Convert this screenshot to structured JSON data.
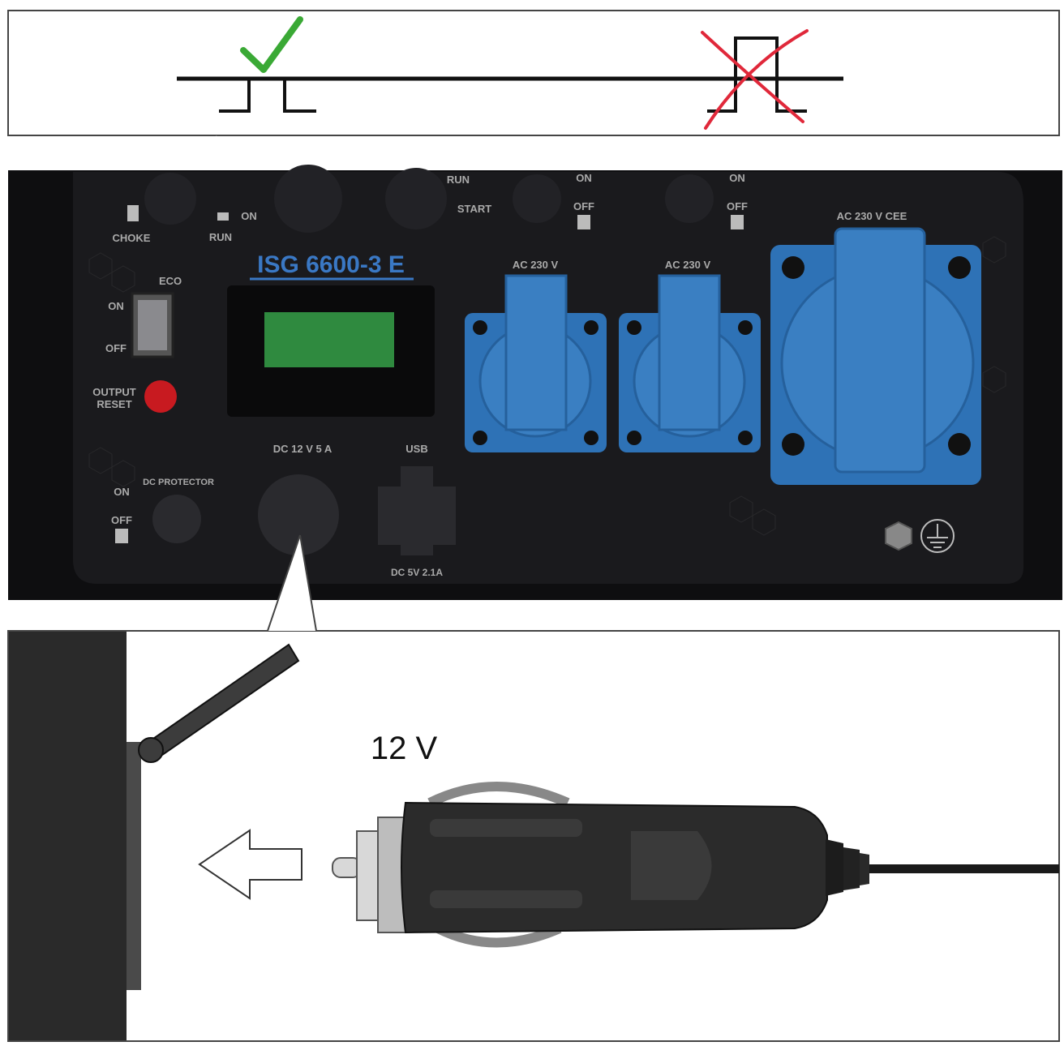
{
  "top_panel": {
    "correct_mark": "check-icon",
    "wrong_mark": "cross-icon",
    "colors": {
      "check": "#3aa935",
      "cross": "#e0283a",
      "line": "#111111"
    }
  },
  "generator_panel": {
    "model_name": "ISG 6600-3 E",
    "choke_label": "CHOKE",
    "on_label": "ON",
    "run_label": "RUN",
    "start_label": "START",
    "run_label_2": "RUN",
    "breaker1": {
      "on": "ON",
      "off": "OFF"
    },
    "breaker2": {
      "on": "ON",
      "off": "OFF"
    },
    "eco_label": "ECO",
    "eco_on": "ON",
    "eco_off": "OFF",
    "output_reset": [
      "OUTPUT",
      "RESET"
    ],
    "dc_protector": "DC PROTECTOR",
    "dc_on": "ON",
    "dc_off": "OFF",
    "dc_socket_label": "DC 12 V 5 A",
    "usb_label": "USB",
    "usb_rating": "DC 5V 2.1A",
    "ac_socket_1": "AC 230 V",
    "ac_socket_2": "AC 230 V",
    "ac_cee": "AC 230 V CEE",
    "colors": {
      "panel": "#17171a",
      "socket_blue": "#2e72b6",
      "display_green": "#2f8a3f",
      "model_text": "#3a78c4"
    }
  },
  "bottom_panel": {
    "voltage_label": "12 V",
    "arrow_icon": "arrow-left-icon",
    "plug_icon": "car-plug-icon"
  }
}
